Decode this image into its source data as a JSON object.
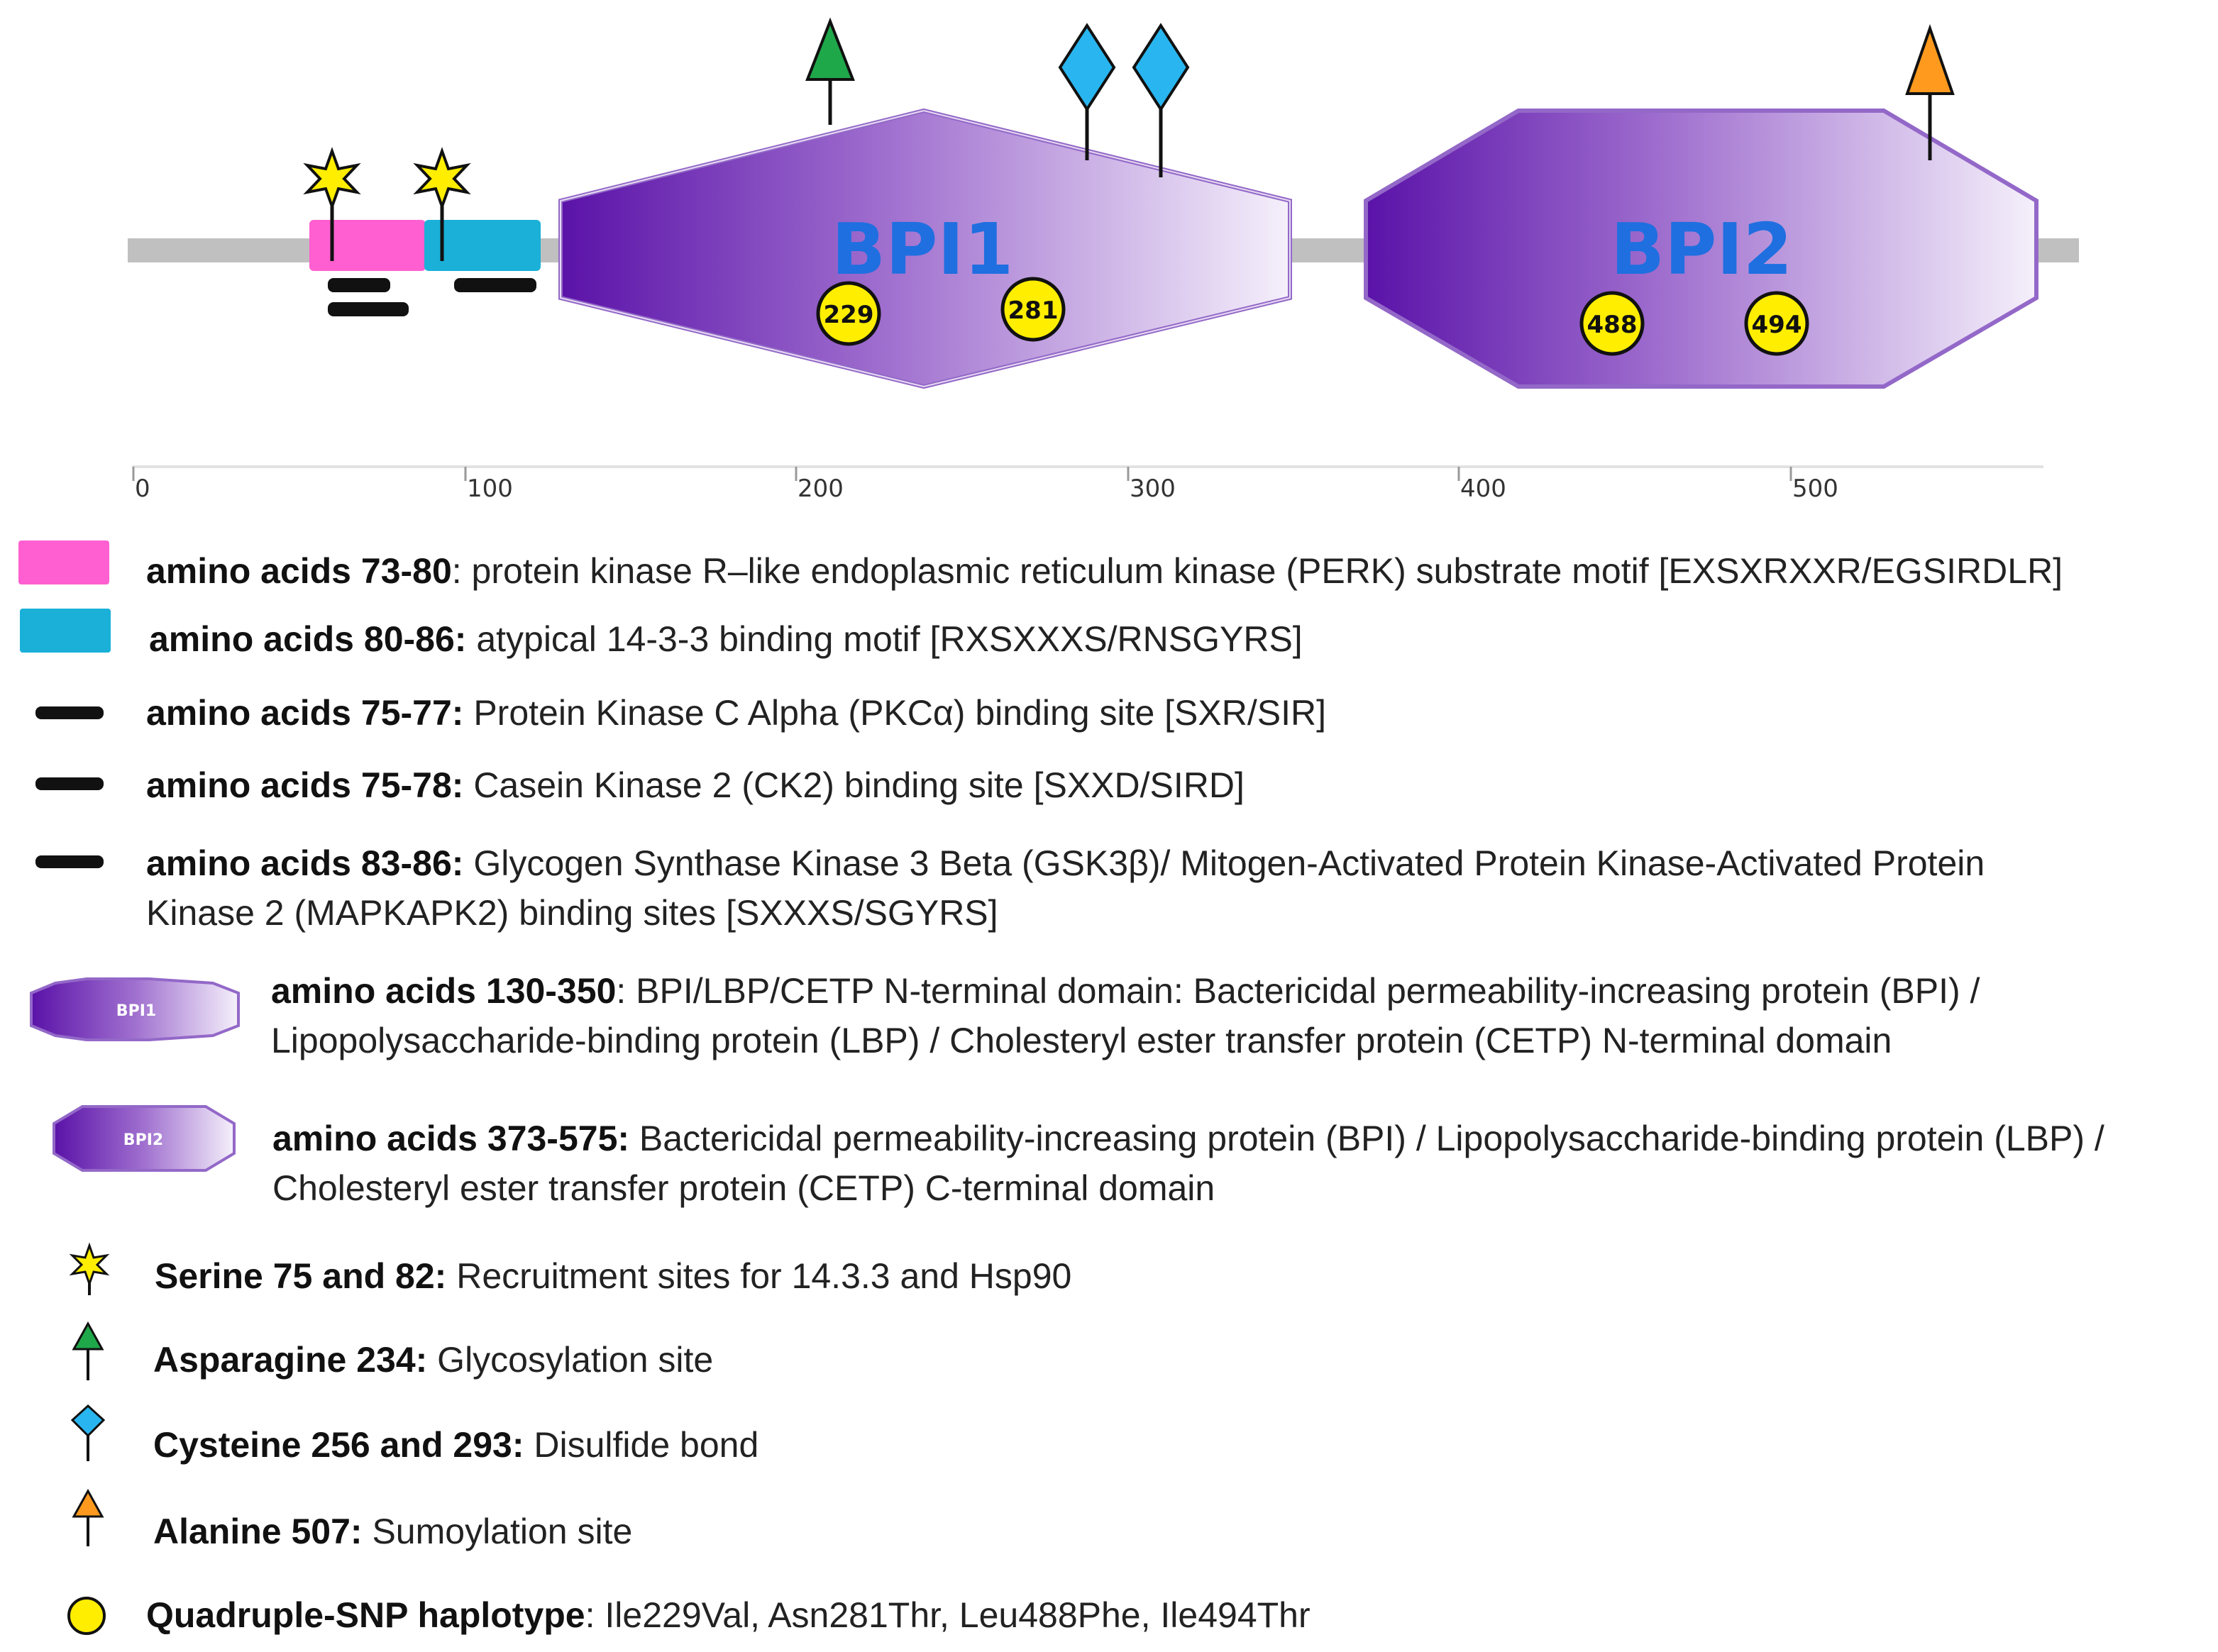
{
  "domains": [
    {
      "id": "bpi1",
      "label": "BPI1"
    },
    {
      "id": "bpi2",
      "label": "BPI2"
    }
  ],
  "snps": [
    "229",
    "281",
    "488",
    "494"
  ],
  "axis": {
    "ticks": [
      "0",
      "100",
      "200",
      "300",
      "400",
      "500"
    ]
  },
  "colors": {
    "perk_motif": "#ff5fd0",
    "binding_motif": "#1ab0d8",
    "domain_dark": "#5a12a8",
    "domain_light": "#f3eefa",
    "domain_label": "#1f6fe0",
    "snp_fill": "#ffee00",
    "glyco": "#1fa84a",
    "disulfide": "#29b6f0",
    "sumo": "#ff9a1f",
    "serine_star": "#ffee00"
  },
  "legend": [
    {
      "icon": "pink-rect-icon",
      "bold": "amino acids 73-80",
      "text": ":  protein kinase R–like endoplasmic reticulum kinase (PERK) substrate motif  [EXSXRXXR/EGSIRDLR]"
    },
    {
      "icon": "cyan-rect-icon",
      "bold": "amino acids 80-86:",
      "text": "  atypical 14-3-3 binding motif  [RXSXXXS/RNSGYRS]"
    },
    {
      "icon": "black-bar-icon",
      "bold": "amino acids 75-77:",
      "text": "  Protein Kinase C Alpha (PKCα)  binding site [SXR/SIR]"
    },
    {
      "icon": "black-bar-icon",
      "bold": "amino acids 75-78:",
      "text": "  Casein Kinase 2 (CK2)  binding site [SXXD/SIRD]"
    },
    {
      "icon": "black-bar-icon",
      "bold": "amino acids 83-86:",
      "text": "  Glycogen Synthase Kinase 3 Beta (GSK3β)/ Mitogen-Activated Protein Kinase-Activated Protein",
      "text2": "Kinase 2 (MAPKAPK2) binding sites [SXXXS/SGYRS]"
    },
    {
      "icon": "bpi1-domain-icon",
      "icon_label": "BPI1",
      "bold": "amino acids 130-350",
      "text": ": BPI/LBP/CETP N-terminal domain: Bactericidal permeability-increasing protein (BPI) /",
      "text2": "Lipopolysaccharide-binding protein (LBP) / Cholesteryl ester transfer protein (CETP) N-terminal domain"
    },
    {
      "icon": "bpi2-domain-icon",
      "icon_label": "BPI2",
      "bold": "amino acids 373-575:",
      "text": " Bactericidal permeability-increasing protein (BPI) / Lipopolysaccharide-binding protein (LBP) /",
      "text2": "Cholesteryl ester transfer protein (CETP) C-terminal domain"
    },
    {
      "icon": "star-icon",
      "bold": "Serine 75 and 82:",
      "text": " Recruitment  sites for 14.3.3 and Hsp90"
    },
    {
      "icon": "triangle-icon",
      "bold": "Asparagine 234:",
      "text": "  Glycosylation site"
    },
    {
      "icon": "diamond-icon",
      "bold": "Cysteine 256 and 293:",
      "text": "  Disulfide bond"
    },
    {
      "icon": "triangle-icon",
      "bold": "Alanine 507:",
      "text": "  Sumoylation  site"
    },
    {
      "icon": "circle-icon",
      "bold": "Quadruple-SNP haplotype",
      "text": ":     Ile229Val, Asn281Thr,  Leu488Phe, Ile494Thr"
    }
  ]
}
